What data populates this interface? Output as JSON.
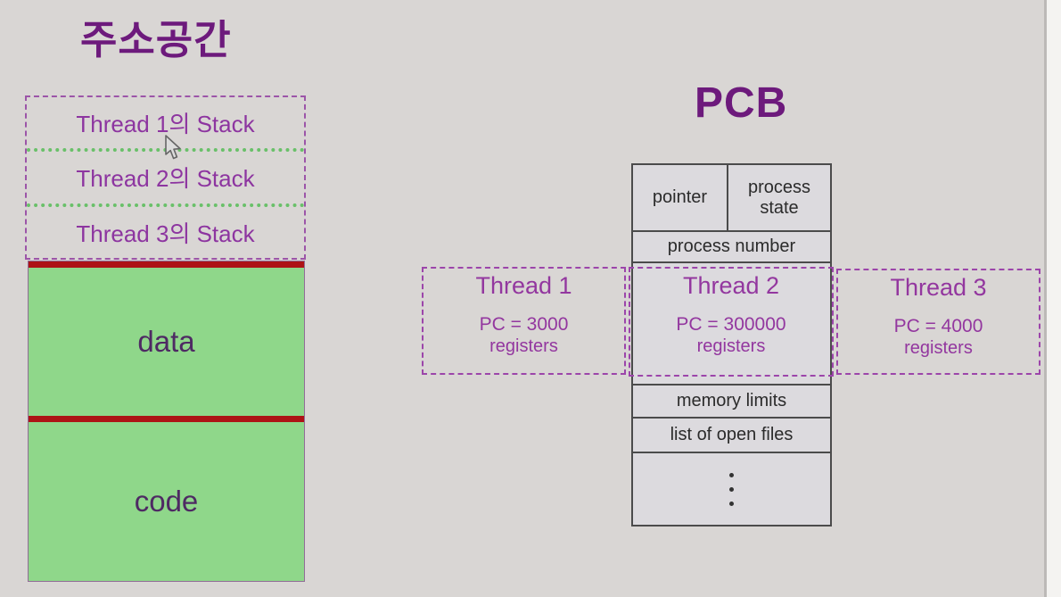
{
  "address_space": {
    "title": "주소공간",
    "stacks": [
      {
        "label": "Thread 1의 Stack"
      },
      {
        "label": "Thread 2의 Stack"
      },
      {
        "label": "Thread 3의 Stack"
      }
    ],
    "memory": {
      "data_label": "data",
      "code_label": "code"
    }
  },
  "pcb": {
    "title": "PCB",
    "rows": {
      "pointer": "pointer",
      "process_state": "process state",
      "process_number": "process number",
      "memory_limits": "memory limits",
      "open_files": "list of open files"
    },
    "threads": [
      {
        "name": "Thread 1",
        "pc": "PC = 3000",
        "registers": "registers"
      },
      {
        "name": "Thread 2",
        "pc": "PC = 300000",
        "registers": "registers"
      },
      {
        "name": "Thread 3",
        "pc": "PC = 4000",
        "registers": "registers"
      }
    ]
  },
  "colors": {
    "title_purple": "#6d1a7c",
    "thread_purple": "#93379f",
    "dashed_border_purple": "#9c45aa",
    "green_fill": "#8fd78a",
    "green_dotted_line": "#69c069",
    "red_bar": "#ad1315",
    "table_border": "#4b4b4b",
    "page_background": "#d9d6d4"
  }
}
